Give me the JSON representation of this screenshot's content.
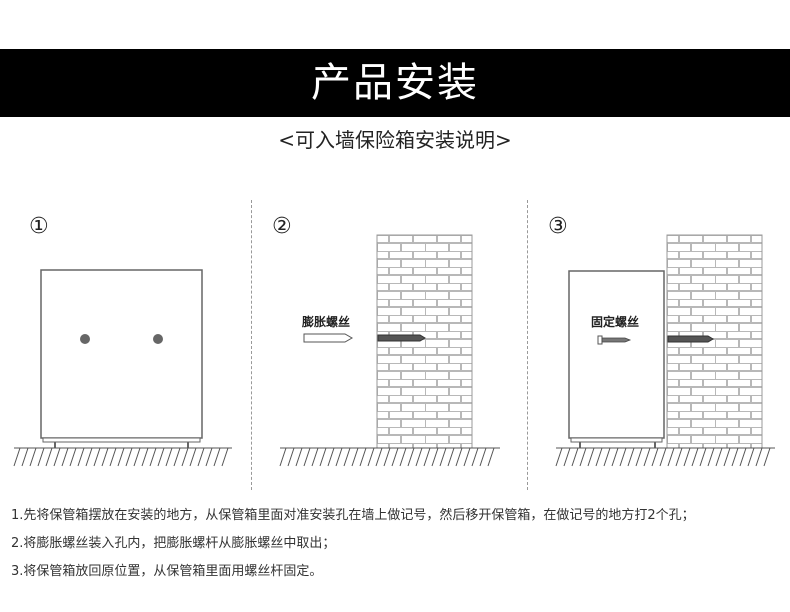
{
  "header": {
    "title": "产品安装"
  },
  "subtitle": "<可入墙保险箱安装说明>",
  "steps": [
    {
      "number": "①"
    },
    {
      "number": "②",
      "label": "膨胀螺丝"
    },
    {
      "number": "③",
      "label": "固定螺丝"
    }
  ],
  "instructions": [
    "1.先将保管箱摆放在安装的地方，从保管箱里面对准安装孔在墙上做记号，然后移开保管箱，在做记号的地方打2个孔；",
    "2.将膨胀螺丝装入孔内，把膨胀螺杆从膨胀螺丝中取出；",
    "3.将保管箱放回原位置，从保管箱里面用螺丝杆固定。"
  ]
}
